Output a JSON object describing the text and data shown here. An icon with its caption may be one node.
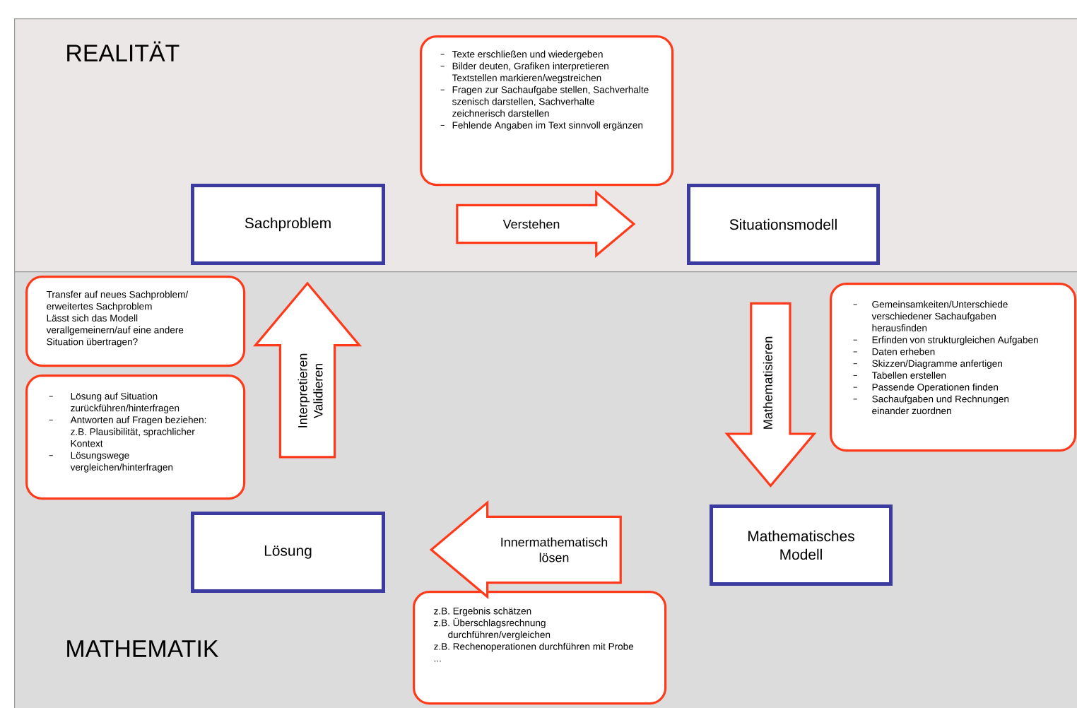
{
  "diagram": {
    "nodes": [
      {
        "text": [
          "REALITÄT"
        ]
      },
      {
        "text": [
          "Texte erschließen und wiedergeben",
          "Bilder deuten, Grafiken interpretieren Textstellen markieren/wegstreichen",
          "Fragen zur Sachaufgabe stellen, Sachverhalte szenisch darstellen, Sachverhalte zeichnerisch darstellen",
          "Fehlende Angaben im Text sinnvoll ergänzen"
        ],
        "in": 0
      },
      {
        "text": [
          "Sachproblem"
        ],
        "in": 0
      },
      {
        "text": [
          "Situationsmodell"
        ],
        "in": 0
      },
      {
        "text": [
          "MATHEMATIK"
        ]
      },
      {
        "text": [
          "Transfer auf neues Sachproblem/ erweitertes Sachproblem",
          "Lässt sich das Modell verallgemeinern/auf eine andere Situation übertragen?"
        ],
        "in": 4
      },
      {
        "text": [
          "Gemeinsamkeiten/Unterschiede verschiedener Sachaufgaben herausfinden",
          "Erfinden von strukturgleichen Aufgaben",
          "Daten erheben",
          "Skizzen/Diagramme anfertigen",
          "Tabellen erstellen",
          "Passende Operationen finden",
          "Sachaufgaben und Rechnungen einander zuordnen"
        ],
        "in": 4
      },
      {
        "text": [
          "Lösung auf Situation zurückführen/hinterfragen",
          "Antworten auf Fragen beziehen: z.B. Plausibilität, sprachlicher Kontext",
          "Lösungswege vergleichen/hinterfragen"
        ],
        "in": 4
      },
      {
        "text": [
          "Mathematisches Modell"
        ],
        "in": 4
      },
      {
        "text": [
          "Lösung"
        ],
        "in": 4
      },
      {
        "text": [
          "z.B. Ergebnis schätzen",
          "z.B. Überschlagsrechnung durchführen/vergleichen",
          "z.B. Rechenoperationen durchführen mit Probe",
          "..."
        ],
        "in": 4
      }
    ],
    "edges": [
      {
        "from": 2,
        "to": 3,
        "arrow": "to",
        "label": "Verstehen"
      },
      {
        "from": 3,
        "to": 8,
        "arrow": "to",
        "label": "Mathematisieren"
      },
      {
        "from": 8,
        "to": 9,
        "arrow": "to",
        "label": "Innermathematisch lösen"
      },
      {
        "from": 9,
        "to": 2,
        "arrow": "to",
        "label": "Interpretieren Validieren"
      }
    ]
  }
}
